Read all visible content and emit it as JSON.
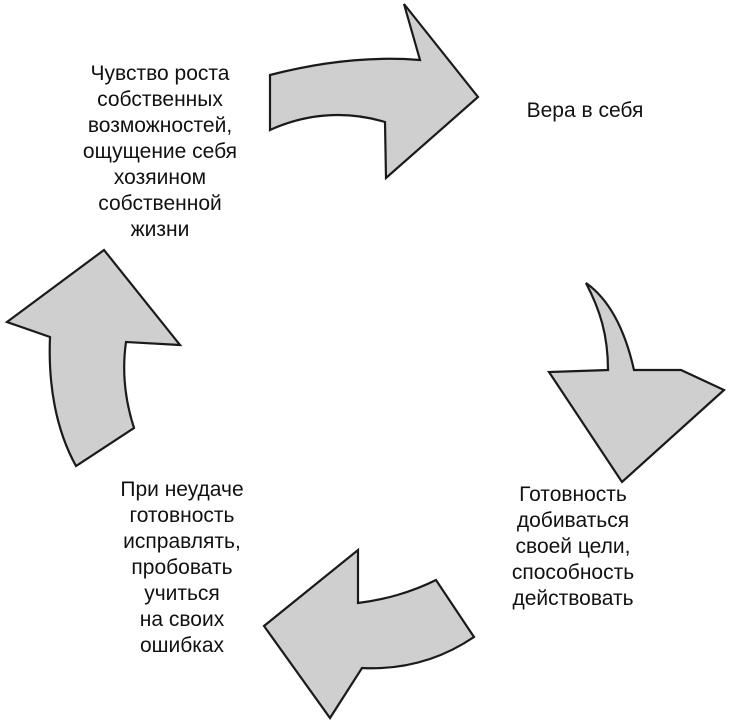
{
  "colors": {
    "arrow_fill": "#cfcfcf",
    "arrow_stroke": "#1a1a1a",
    "text": "#111111",
    "background": "#ffffff"
  },
  "cycle": {
    "nodes": [
      {
        "id": "growth",
        "lines": [
          "Чувство роста",
          "собственных",
          "возможностей,",
          "ощущение себя",
          "хозяином",
          "собственной",
          "жизни"
        ]
      },
      {
        "id": "self-belief",
        "lines": [
          "Вера в себя"
        ]
      },
      {
        "id": "readiness",
        "lines": [
          "Готовность",
          "добиваться",
          "своей цели,",
          "способность",
          "действовать"
        ]
      },
      {
        "id": "learning",
        "lines": [
          "При неудаче",
          "готовность",
          "исправлять,",
          "пробовать",
          "учиться",
          "на своих",
          "ошибках"
        ]
      }
    ],
    "arrows": [
      {
        "from": "growth",
        "to": "self-belief",
        "icon": "curved-arrow-right-icon"
      },
      {
        "from": "self-belief",
        "to": "readiness",
        "icon": "curved-arrow-down-icon"
      },
      {
        "from": "readiness",
        "to": "learning",
        "icon": "curved-arrow-left-icon"
      },
      {
        "from": "learning",
        "to": "growth",
        "icon": "curved-arrow-up-icon"
      }
    ]
  }
}
